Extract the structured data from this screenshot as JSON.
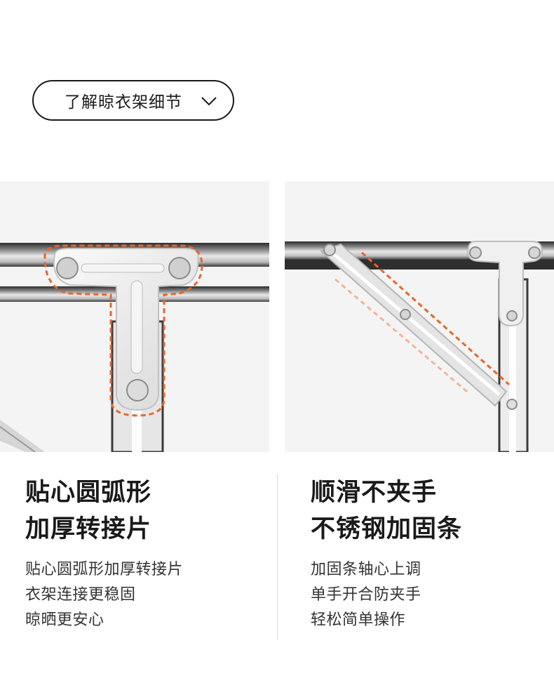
{
  "details_button": {
    "label": "了解晾衣架细节",
    "icon": "chevron-down-icon"
  },
  "features": [
    {
      "title_line1": "贴心圆弧形",
      "title_line2": "加厚转接片",
      "desc_line1": "贴心圆弧形加厚转接片",
      "desc_line2": "衣架连接更稳固",
      "desc_line3": "晾晒更安心"
    },
    {
      "title_line1": "顺滑不夹手",
      "title_line2": "不锈钢加固条",
      "desc_line1": "加固条轴心上调",
      "desc_line2": "单手开合防夹手",
      "desc_line3": "轻松简单操作"
    }
  ],
  "colors": {
    "accent_dash": "#e8652a",
    "text": "#1a1a1a",
    "photo_bg": "#f4f4f4"
  }
}
